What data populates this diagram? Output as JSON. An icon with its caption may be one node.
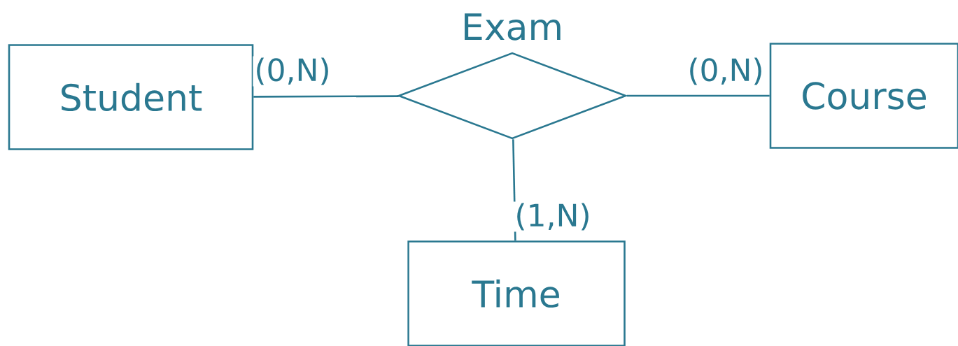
{
  "diagram": {
    "nodes": [
      {
        "text": [
          "Student"
        ]
      },
      {
        "text": [
          "Exam"
        ]
      },
      {
        "text": [
          "Course"
        ]
      },
      {
        "text": [
          "Time"
        ]
      }
    ],
    "edges": [
      {
        "from": 0,
        "to": 1,
        "arrow": "none",
        "label": "(0,N)"
      },
      {
        "from": 1,
        "to": 2,
        "arrow": "none",
        "label": "(0,N)"
      },
      {
        "from": 1,
        "to": 3,
        "arrow": "none",
        "label": "(1,N)"
      }
    ]
  }
}
